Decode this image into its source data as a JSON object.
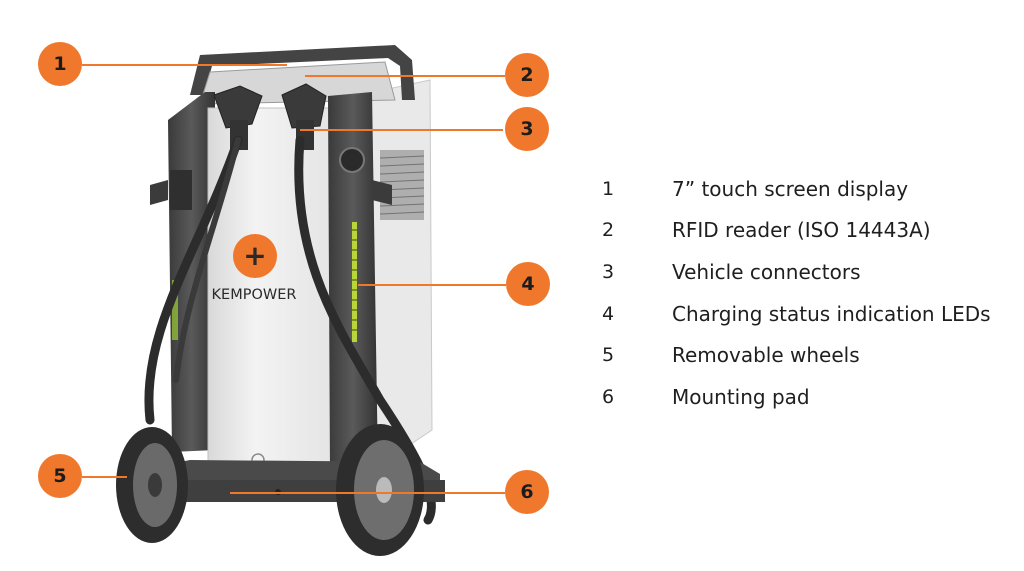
{
  "brand": {
    "logo_symbol": "+",
    "name": "KEMPOWER",
    "accent_color": "#f0782d"
  },
  "callouts": [
    "1",
    "2",
    "3",
    "4",
    "5",
    "6"
  ],
  "legend": [
    {
      "number": "1",
      "label": "7” touch screen display"
    },
    {
      "number": "2",
      "label": "RFID reader (ISO 14443A)"
    },
    {
      "number": "3",
      "label": "Vehicle connectors"
    },
    {
      "number": "4",
      "label": "Charging status indication LEDs"
    },
    {
      "number": "5",
      "label": "Removable wheels"
    },
    {
      "number": "6",
      "label": "Mounting pad"
    }
  ]
}
